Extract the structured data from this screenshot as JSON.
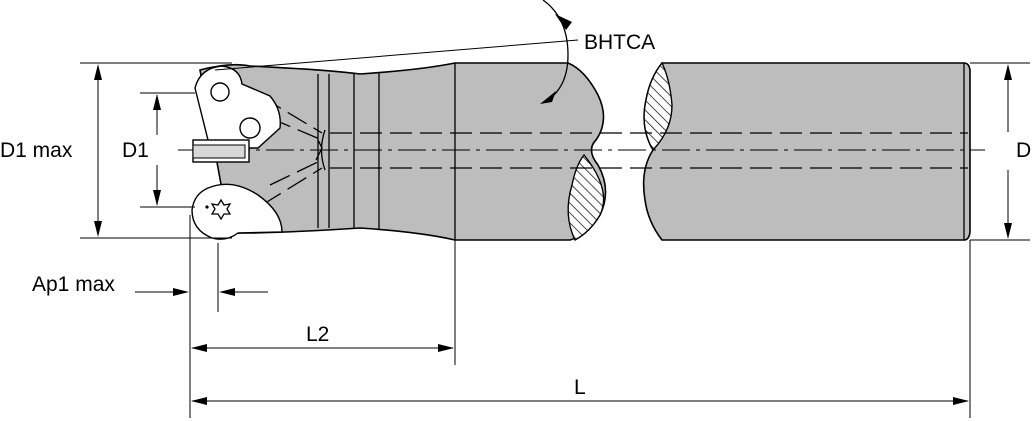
{
  "diagram": {
    "labels": {
      "bhtca": "BHTCA",
      "d1_max": "D1 max",
      "d1": "D1",
      "d": "D",
      "ap1_max": "Ap1 max",
      "l2": "L2",
      "l": "L"
    },
    "colors": {
      "tool_body": "#bdbdbd",
      "lines": "#000000",
      "background": "#ffffff"
    }
  }
}
